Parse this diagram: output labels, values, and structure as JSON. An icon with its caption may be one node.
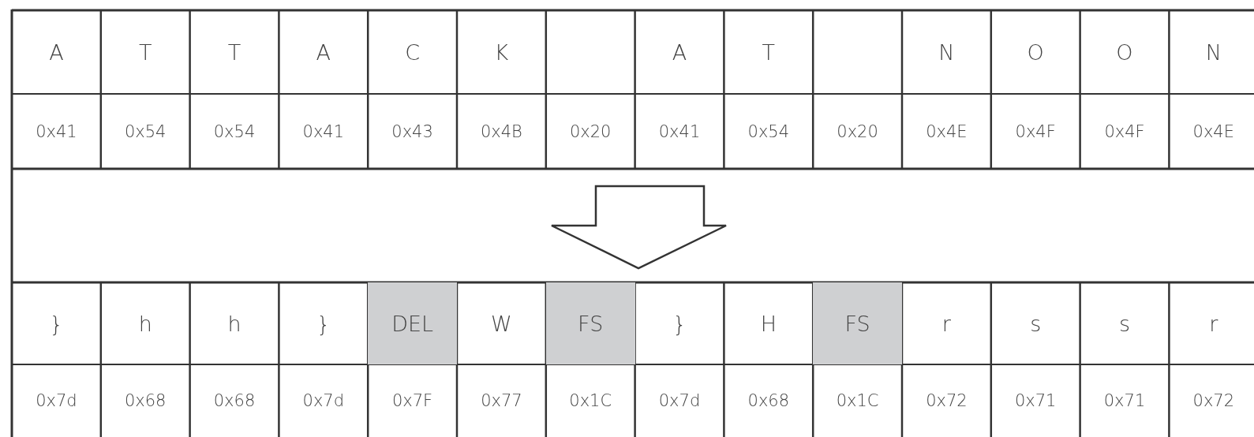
{
  "diagram": {
    "labels": [
      "A",
      "T",
      "T",
      "A",
      "C",
      "K",
      "A",
      "T",
      "N",
      "O",
      "O",
      "N",
      "0x41",
      "0x54",
      "0x54",
      "0x41",
      "0x43",
      "0x4B",
      "0x20",
      "0x41",
      "0x54",
      "0x20",
      "0x4E",
      "0x4F",
      "0x4F",
      "0x4E",
      "}",
      "h",
      "h",
      "}",
      "DEL",
      "W",
      "FS",
      "}",
      "H",
      "FS",
      "r",
      "s",
      "s",
      "r",
      "0x7d",
      "0x68",
      "0x68",
      "0x7d",
      "0x7F",
      "0x77",
      "0x1C",
      "0x7d",
      "0x68",
      "0x1C",
      "0x72",
      "0x71",
      "0x71",
      "0x72"
    ]
  }
}
